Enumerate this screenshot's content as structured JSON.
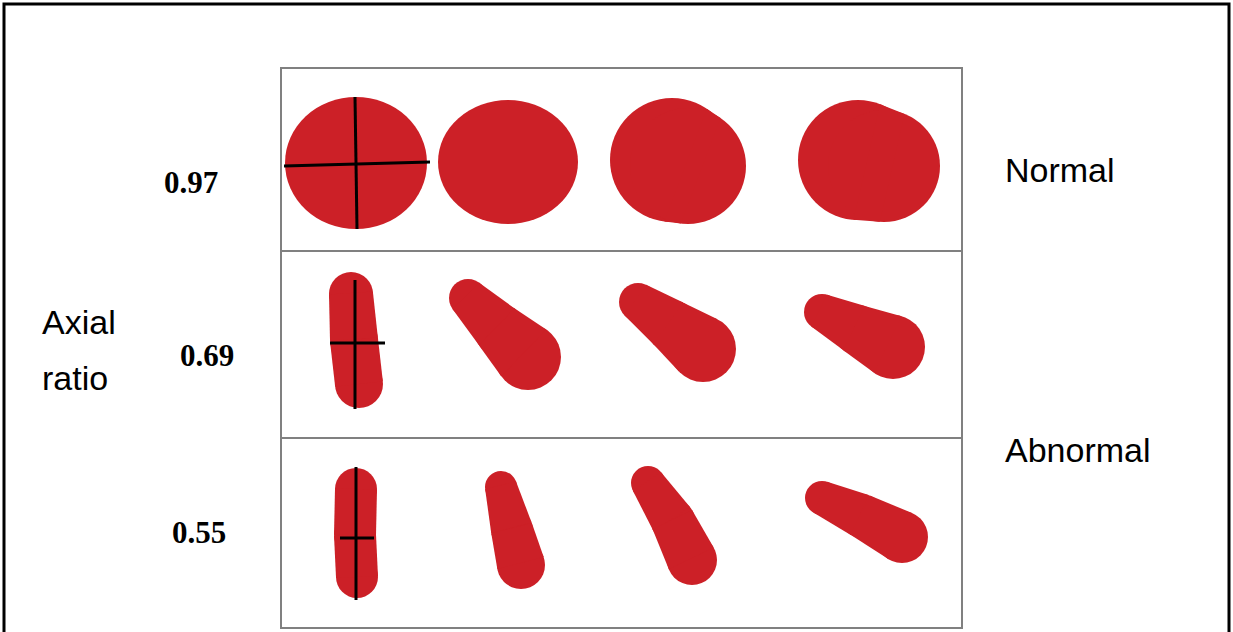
{
  "diagram": {
    "labels": [
      "0.97",
      "Normal",
      "Axial ratio",
      "0.69",
      "Abnormal",
      "0.55"
    ]
  }
}
